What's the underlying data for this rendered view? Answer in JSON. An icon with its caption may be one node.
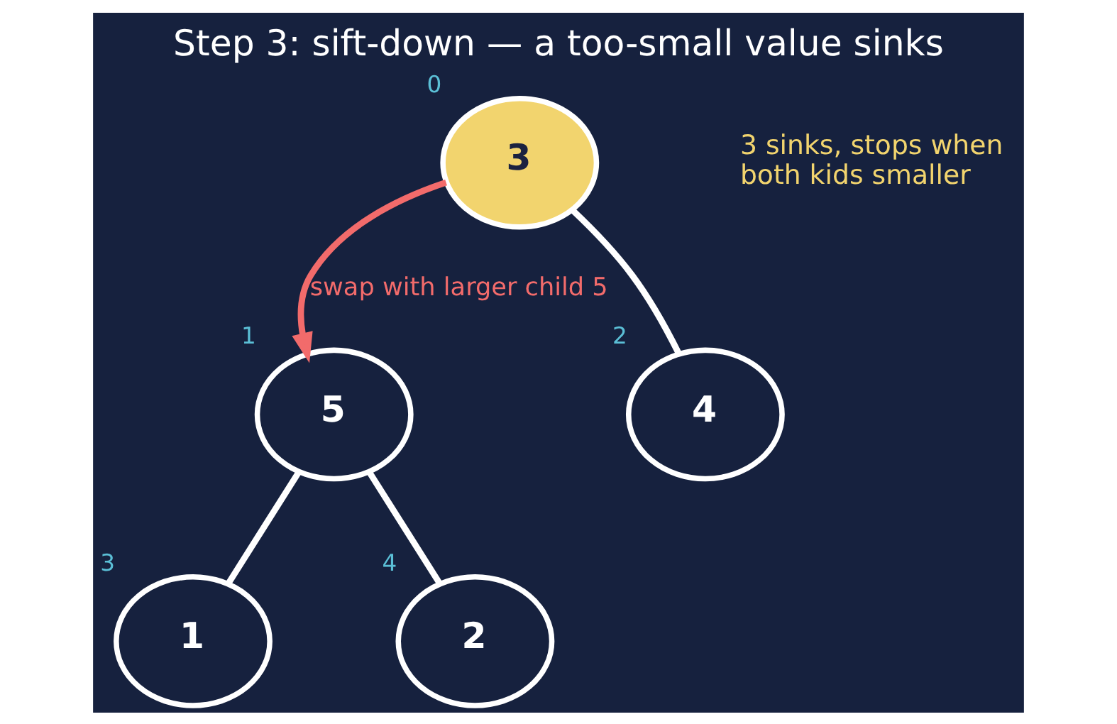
{
  "diagram": {
    "title": "Step 3: sift-down — a too-small value sinks",
    "nodes": [
      {
        "text": [
          "3"
        ],
        "beside": [
          "0"
        ]
      },
      {
        "text": [
          "5"
        ],
        "beside": [
          "1"
        ]
      },
      {
        "text": [
          "4"
        ],
        "beside": [
          "2"
        ]
      },
      {
        "text": [
          "1"
        ],
        "beside": [
          "3"
        ]
      },
      {
        "text": [
          "2"
        ],
        "beside": [
          "4"
        ]
      }
    ],
    "edges": [
      {
        "from": 0,
        "to": 1,
        "arrow": "to",
        "label": "swap with larger child 5",
        "color": "#f26b6b"
      },
      {
        "from": 0,
        "to": 2,
        "arrow": "none"
      },
      {
        "from": 1,
        "to": 3,
        "arrow": "none"
      },
      {
        "from": 1,
        "to": 4,
        "arrow": "none"
      }
    ],
    "labels": [
      "3 sinks, stops when both kids smaller"
    ]
  }
}
